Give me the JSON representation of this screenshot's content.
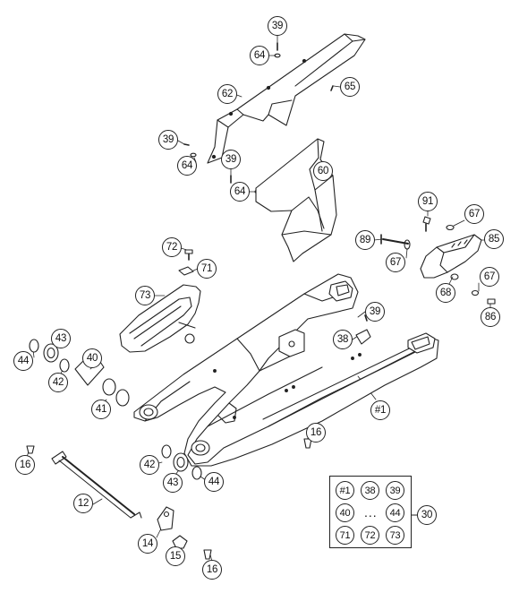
{
  "parts": [
    {
      "id": "top39",
      "label": "39"
    },
    {
      "id": "top64",
      "label": "64"
    },
    {
      "id": "c62",
      "label": "62"
    },
    {
      "id": "c65",
      "label": "65"
    },
    {
      "id": "l39",
      "label": "39"
    },
    {
      "id": "l64",
      "label": "64"
    },
    {
      "id": "m39",
      "label": "39"
    },
    {
      "id": "m64",
      "label": "64"
    },
    {
      "id": "c60",
      "label": "60"
    },
    {
      "id": "c91",
      "label": "91"
    },
    {
      "id": "r67a",
      "label": "67"
    },
    {
      "id": "c85",
      "label": "85"
    },
    {
      "id": "c89",
      "label": "89"
    },
    {
      "id": "r67b",
      "label": "67"
    },
    {
      "id": "r67c",
      "label": "67"
    },
    {
      "id": "c68",
      "label": "68"
    },
    {
      "id": "c86",
      "label": "86"
    },
    {
      "id": "c72",
      "label": "72"
    },
    {
      "id": "c71",
      "label": "71"
    },
    {
      "id": "c73",
      "label": "73"
    },
    {
      "id": "c39c",
      "label": "39"
    },
    {
      "id": "c38",
      "label": "38"
    },
    {
      "id": "c43a",
      "label": "43"
    },
    {
      "id": "c44a",
      "label": "44"
    },
    {
      "id": "c40",
      "label": "40"
    },
    {
      "id": "c42a",
      "label": "42"
    },
    {
      "id": "c41",
      "label": "41"
    },
    {
      "id": "c1",
      "label": "#1"
    },
    {
      "id": "c16a",
      "label": "16"
    },
    {
      "id": "c16b",
      "label": "16"
    },
    {
      "id": "c42b",
      "label": "42"
    },
    {
      "id": "c43b",
      "label": "43"
    },
    {
      "id": "c44b",
      "label": "44"
    },
    {
      "id": "c12",
      "label": "12"
    },
    {
      "id": "c14",
      "label": "14"
    },
    {
      "id": "c15",
      "label": "15"
    },
    {
      "id": "c16c",
      "label": "16"
    },
    {
      "id": "c30",
      "label": "30"
    }
  ],
  "kit": {
    "items": [
      "#1",
      "38",
      "39",
      "40",
      "44",
      "71",
      "72",
      "73"
    ],
    "ellipsis": "..."
  }
}
